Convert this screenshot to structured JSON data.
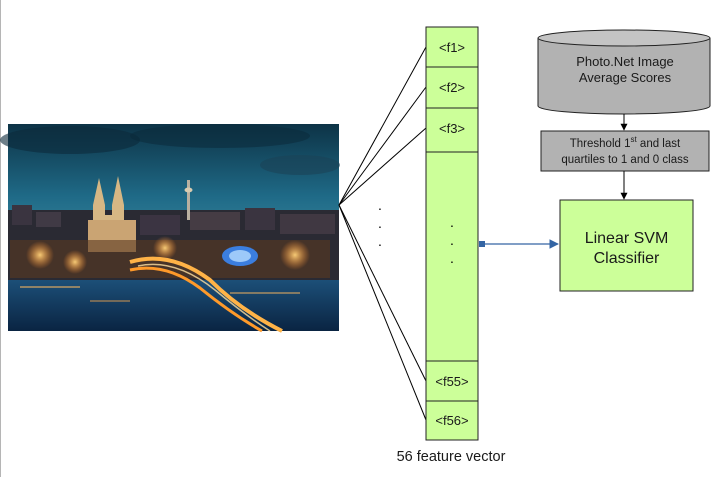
{
  "feature_vector": {
    "cells_top": [
      "<f1>",
      "<f2>",
      "<f3>"
    ],
    "cells_bottom": [
      "<f55>",
      "<f56>"
    ],
    "caption": "56 feature vector"
  },
  "database": {
    "line1": "Photo.Net Image",
    "line2": "Average Scores"
  },
  "threshold": {
    "line1_pre": "Threshold 1",
    "line1_sup": "st",
    "line1_post": " and last",
    "line2": "quartiles to 1 and 0 class"
  },
  "classifier": {
    "line1": "Linear SVM",
    "line2": "Classifier"
  },
  "colors": {
    "vector_fill": "#ccff99",
    "classifier_fill": "#ccff99",
    "database_fill": "#b2b2b2",
    "threshold_fill": "#b2b2b2",
    "arrow_blue": "#3465a4",
    "photo_sky": "#1c5a78",
    "photo_water": "#123a5e"
  },
  "image": {
    "subject": "night-cityscape-photo"
  }
}
